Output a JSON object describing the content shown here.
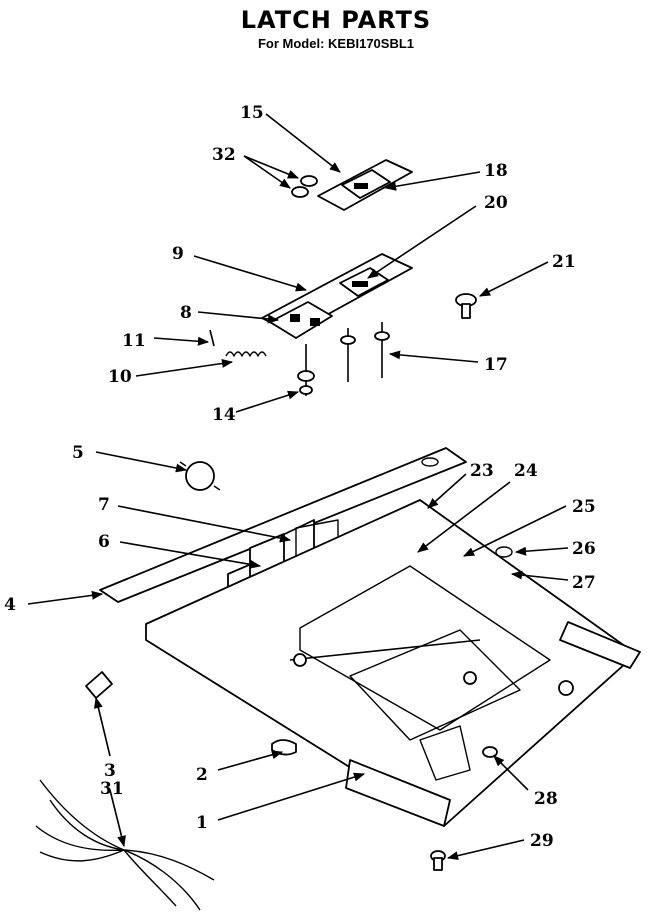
{
  "title": "LATCH PARTS",
  "subtitle": "For Model: KEBI170SBL1",
  "callouts": [
    {
      "id": "15",
      "text": "15"
    },
    {
      "id": "32",
      "text": "32"
    },
    {
      "id": "18",
      "text": "18"
    },
    {
      "id": "20",
      "text": "20"
    },
    {
      "id": "9",
      "text": "9"
    },
    {
      "id": "21",
      "text": "21"
    },
    {
      "id": "8",
      "text": "8"
    },
    {
      "id": "11",
      "text": "11"
    },
    {
      "id": "10",
      "text": "10"
    },
    {
      "id": "17",
      "text": "17"
    },
    {
      "id": "14",
      "text": "14"
    },
    {
      "id": "5",
      "text": "5"
    },
    {
      "id": "23",
      "text": "23"
    },
    {
      "id": "24",
      "text": "24"
    },
    {
      "id": "7",
      "text": "7"
    },
    {
      "id": "25",
      "text": "25"
    },
    {
      "id": "6",
      "text": "6"
    },
    {
      "id": "26",
      "text": "26"
    },
    {
      "id": "27",
      "text": "27"
    },
    {
      "id": "4",
      "text": "4"
    },
    {
      "id": "2",
      "text": "2"
    },
    {
      "id": "3",
      "text": "3"
    },
    {
      "id": "31",
      "text": "31"
    },
    {
      "id": "28",
      "text": "28"
    },
    {
      "id": "1",
      "text": "1"
    },
    {
      "id": "29",
      "text": "29"
    }
  ]
}
